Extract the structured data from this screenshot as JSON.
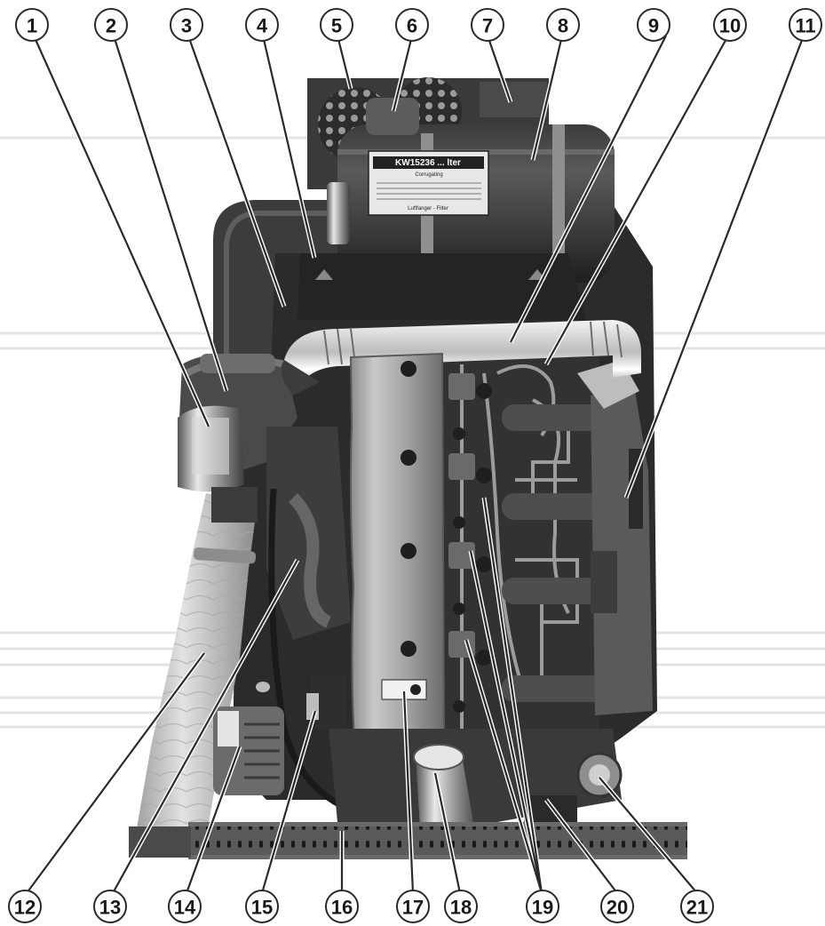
{
  "figure": {
    "filter_label": "KW15236 ... lter",
    "filter_sublabel": "Corrugating",
    "filter_footer": "Luftfanger - Filter",
    "callouts": [
      {
        "id": "1",
        "label": "1"
      },
      {
        "id": "2",
        "label": "2"
      },
      {
        "id": "3",
        "label": "3"
      },
      {
        "id": "4",
        "label": "4"
      },
      {
        "id": "5",
        "label": "5"
      },
      {
        "id": "6",
        "label": "6"
      },
      {
        "id": "7",
        "label": "7"
      },
      {
        "id": "8",
        "label": "8"
      },
      {
        "id": "9",
        "label": "9"
      },
      {
        "id": "10",
        "label": "10"
      },
      {
        "id": "11",
        "label": "11"
      },
      {
        "id": "12",
        "label": "12"
      },
      {
        "id": "13",
        "label": "13"
      },
      {
        "id": "14",
        "label": "14"
      },
      {
        "id": "15",
        "label": "15"
      },
      {
        "id": "16",
        "label": "16"
      },
      {
        "id": "17",
        "label": "17"
      },
      {
        "id": "18",
        "label": "18"
      },
      {
        "id": "19",
        "label": "19"
      },
      {
        "id": "20",
        "label": "20"
      },
      {
        "id": "21",
        "label": "21"
      }
    ],
    "colors": {
      "background": "#ffffff",
      "engine_dark": "#2b2b2b",
      "metal_light": "#d9d9d9",
      "metal_mid": "#8a8a8a",
      "wrap_light": "#cfcfcf",
      "guide_line": "#e6e6e6"
    }
  }
}
